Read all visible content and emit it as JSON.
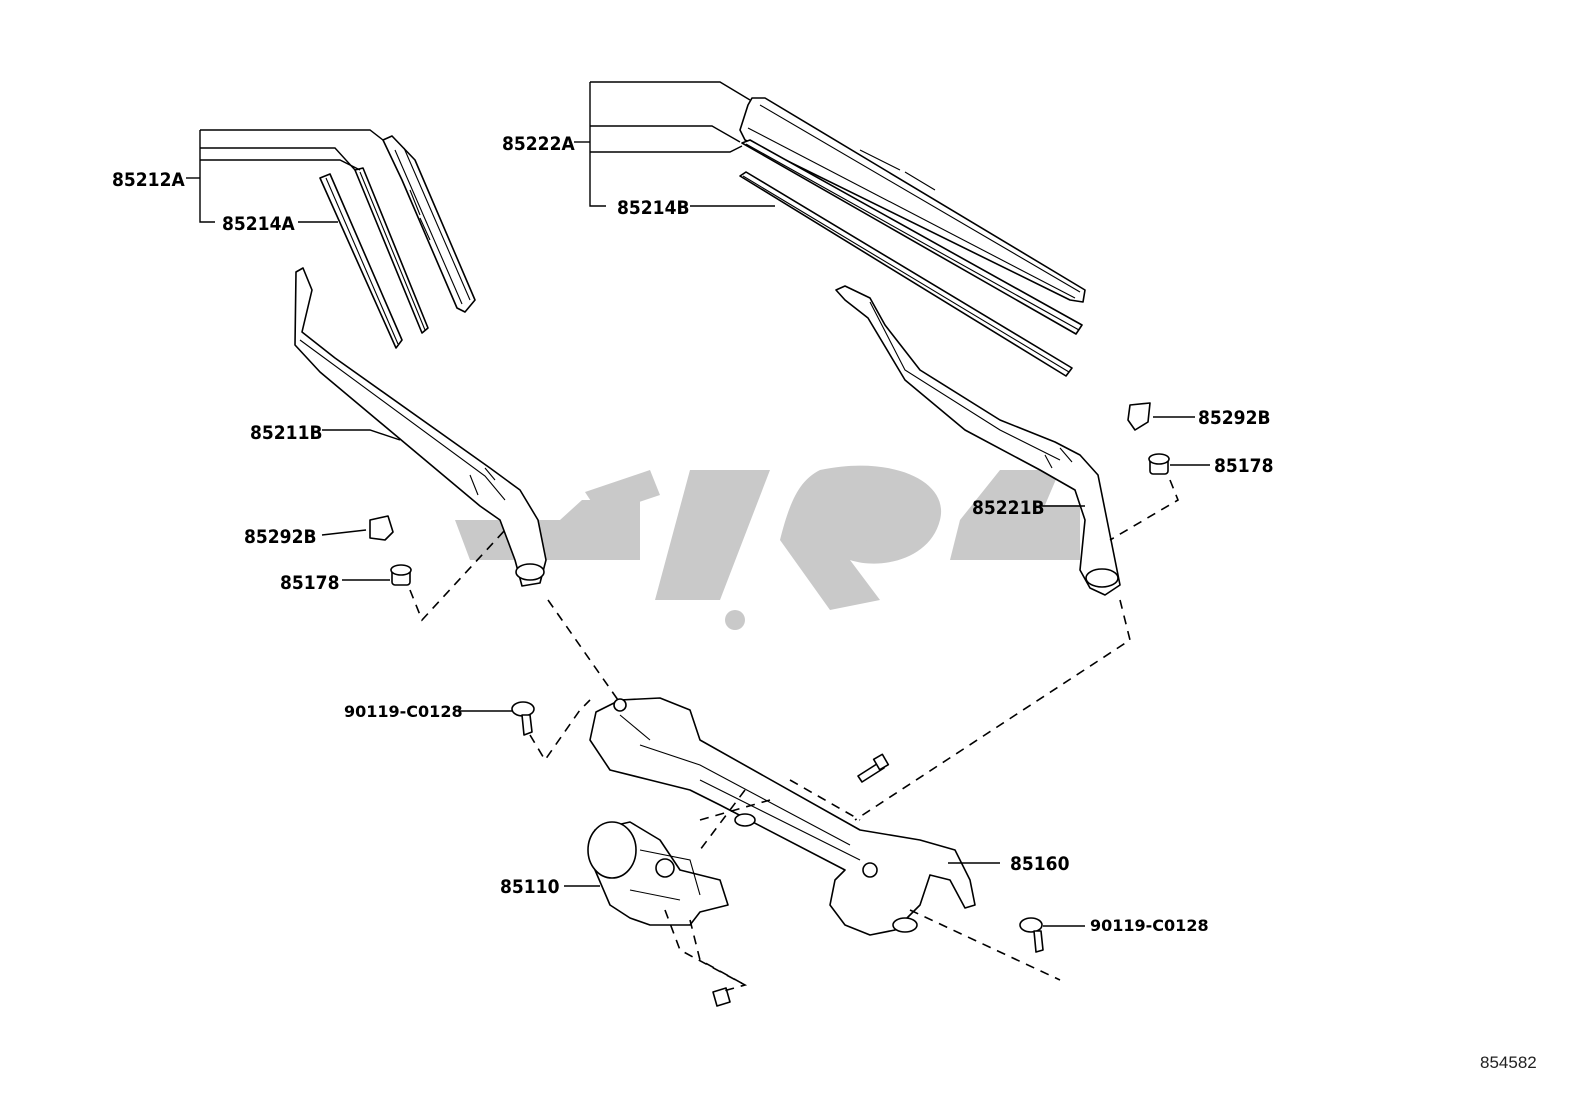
{
  "diagram": {
    "labels": {
      "p85212A": "85212A",
      "p85214A": "85214A",
      "p85222A": "85222A",
      "p85214B": "85214B",
      "p85211B": "85211B",
      "p85292B_left": "85292B",
      "p85178_left": "85178",
      "p85292B_right": "85292B",
      "p85178_right": "85178",
      "p85221B": "85221B",
      "p90119_left": "90119-C0128",
      "p85110": "85110",
      "p85160": "85160",
      "p90119_right": "90119-C0128"
    },
    "reference_number": "854582",
    "watermark_text": "بی تو پارت"
  }
}
